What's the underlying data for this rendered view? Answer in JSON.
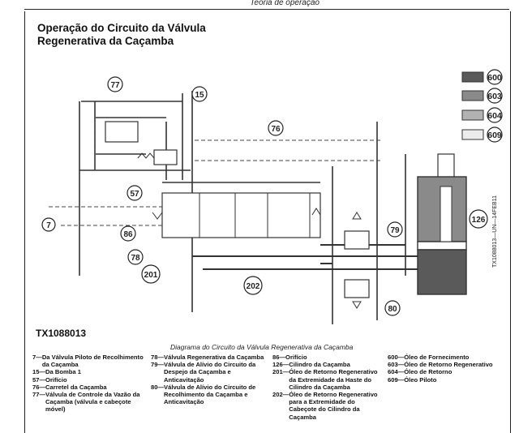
{
  "header": {
    "section": "Teoria de operação"
  },
  "title": {
    "line1": "Operação do Circuito da Válvula",
    "line2": "Regenerativa da Caçamba"
  },
  "figure": {
    "id": "TX1088013",
    "side_id": "TX1088013—UN—14FEB11",
    "caption": "Diagrama do Circuito da Válvula Regenerativa da Caçamba",
    "callouts": [
      "77",
      "15",
      "76",
      "57",
      "7",
      "86",
      "78",
      "201",
      "202",
      "79",
      "80",
      "126"
    ]
  },
  "color_legend": [
    {
      "code": "600",
      "color": "#5a5a5a"
    },
    {
      "code": "603",
      "color": "#8a8a8a"
    },
    {
      "code": "604",
      "color": "#b2b2b2"
    },
    {
      "code": "609",
      "color": "#ececec"
    }
  ],
  "legend": {
    "col1": [
      {
        "num": "7—",
        "text": "Da Válvula Piloto de Recolhimento da Caçamba"
      },
      {
        "num": "15—",
        "text": "Da Bomba 1"
      },
      {
        "num": "57—",
        "text": "Orifício"
      },
      {
        "num": "76—",
        "text": "Carretel da Caçamba"
      },
      {
        "num": "77—",
        "text": "Válvula de Controle da Vazão da Caçamba (válvula e cabeçote móvel)"
      }
    ],
    "col2": [
      {
        "num": "78—",
        "text": "Válvula Regenerativa da Caçamba"
      },
      {
        "num": "79—",
        "text": "Válvula de Alívio do Circuito da Despejo da Caçamba e Anticavitação"
      },
      {
        "num": "80—",
        "text": "Válvula de Alívio do Circuito de Recolhimento da Caçamba e Anticavitação"
      }
    ],
    "col3": [
      {
        "num": "86—",
        "text": "Orifício"
      },
      {
        "num": "126—",
        "text": "Cilindro da Caçamba"
      },
      {
        "num": "201—",
        "text": "Óleo de Retorno Regenerativo da Extremidade da Haste do Cilindro da Caçamba"
      },
      {
        "num": "202—",
        "text": "Óleo de Retorno Regenerativo para a Extremidade do Cabeçote do Cilindro da Caçamba"
      }
    ],
    "col4": [
      {
        "num": "600—",
        "text": "Óleo de Fornecimento"
      },
      {
        "num": "603—",
        "text": "Óleo de Retorno Regenerativo"
      },
      {
        "num": "604—",
        "text": "Óleo de Retorno"
      },
      {
        "num": "609—",
        "text": "Óleo Piloto"
      }
    ]
  }
}
